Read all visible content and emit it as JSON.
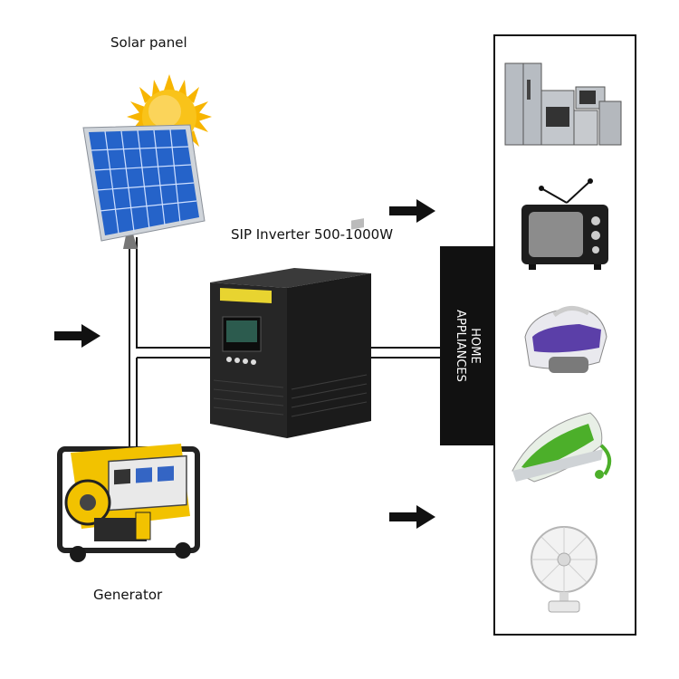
{
  "labels": {
    "solar_panel": "Solar panel",
    "inverter": "SIP Inverter 500-1000W",
    "generator": "Generator"
  },
  "home_appliances": {
    "line1": "HOME",
    "line2": "APPLIANCES"
  },
  "appliances": [
    "refrigerator-range-set",
    "television",
    "steam-iron",
    "electric-iron",
    "desk-fan"
  ],
  "colors": {
    "arrow": "#111111",
    "panel_blue": "#1f5fc8",
    "sun": "#f7b500",
    "generator_yellow": "#f2c200",
    "iron_green": "#4caf2a",
    "iron_purple": "#5b3fa8"
  }
}
